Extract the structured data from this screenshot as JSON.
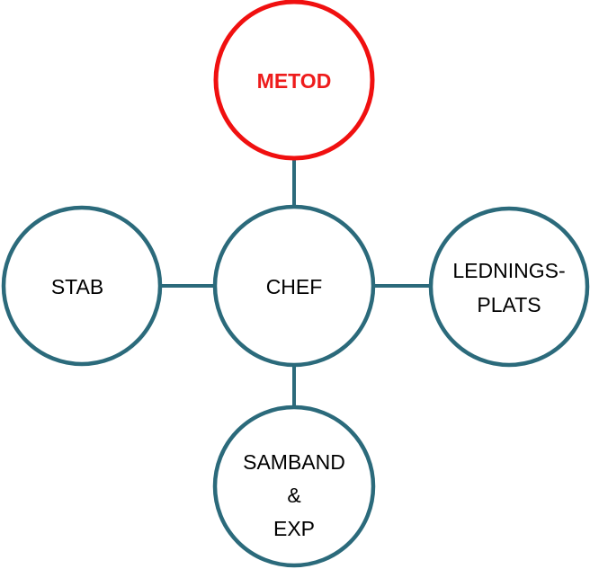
{
  "colors": {
    "highlight": "#f01010",
    "node_stroke": "#2b6a7b",
    "text": "#000000"
  },
  "nodes": {
    "metod": {
      "lines": [
        "METOD"
      ]
    },
    "chef": {
      "lines": [
        "CHEF"
      ]
    },
    "stab": {
      "lines": [
        "STAB"
      ]
    },
    "ledningsplats": {
      "lines": [
        "LEDNINGS-",
        "PLATS"
      ]
    },
    "samband": {
      "lines": [
        "SAMBAND",
        "&",
        "EXP"
      ]
    }
  },
  "edges": [
    [
      "chef",
      "metod"
    ],
    [
      "chef",
      "stab"
    ],
    [
      "chef",
      "ledningsplats"
    ],
    [
      "chef",
      "samband"
    ]
  ]
}
